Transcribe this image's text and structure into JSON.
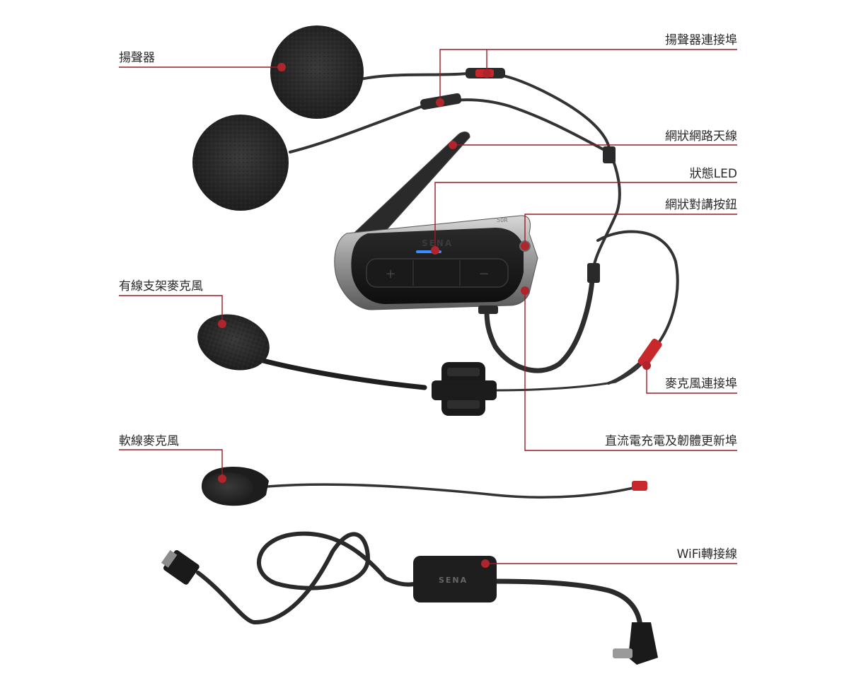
{
  "labels": {
    "speaker": "揚聲器",
    "speaker_port": "揚聲器連接埠",
    "mesh_antenna": "網狀網路天線",
    "status_led": "狀態LED",
    "mesh_button": "網狀對講按鈕",
    "boom_mic": "有線支架麥克風",
    "mic_port": "麥克風連接埠",
    "dc_port": "直流電充電及韌體更新埠",
    "wired_mic": "軟線麥克風",
    "wifi_cable": "WiFi轉接線"
  },
  "device": {
    "brand_text": "SENA",
    "model_text": "50R",
    "adapter_brand_text": "SENA"
  },
  "colors": {
    "callout_line": "#9b1c24",
    "callout_dot": "#b0242c",
    "connector_red": "#c8282c"
  }
}
